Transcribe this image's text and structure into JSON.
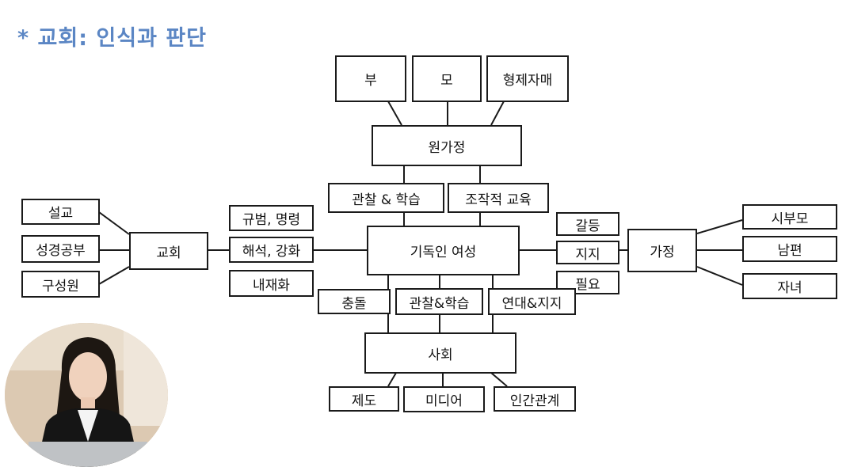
{
  "title": "* 교회: 인식과 판단",
  "diagram": {
    "family": [
      "부",
      "모",
      "형제자매"
    ],
    "origin_family": "원가정",
    "upper_links": [
      "관찰 & 학습",
      "조작적 교육"
    ],
    "church": "교회",
    "church_items": [
      "설교",
      "성경공부",
      "구성원"
    ],
    "church_effects": [
      "규범, 명령",
      "해석, 강화",
      "내재화"
    ],
    "center": "기독인 여성",
    "home_effects": [
      "갈등",
      "지지",
      "필요"
    ],
    "home": "가정",
    "home_items": [
      "시부모",
      "남편",
      "자녀"
    ],
    "lower_links": [
      "충돌",
      "관찰&학습",
      "연대&지지"
    ],
    "society": "사회",
    "society_items": [
      "제도",
      "미디어",
      "인간관계"
    ]
  },
  "colors": {
    "title": "#5b86c4",
    "border": "#1a1a1a"
  }
}
